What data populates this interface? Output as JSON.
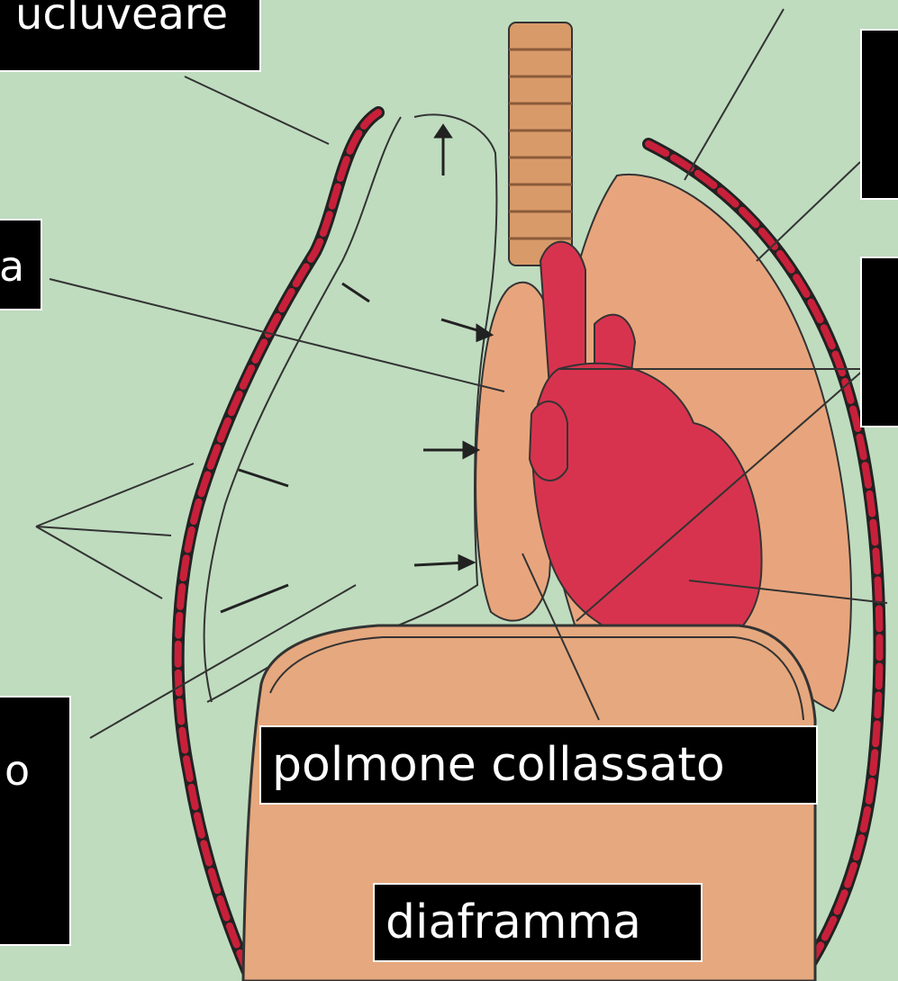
{
  "labels": {
    "top_left": "ucluveare",
    "upper_left": "a",
    "lower_left": "o",
    "collapsed_lung": "polmone collassato",
    "diaphragm": "diaframma",
    "upper_right": "",
    "mid_right": ""
  },
  "colors": {
    "background": "#bfdcbf",
    "lung": "#e8a57d",
    "heart": "#d8334e",
    "diaphragm": "#e6a87e",
    "trachea": "#d99a6a",
    "wall_red": "#c8203a",
    "label_bg": "#000000",
    "label_text": "#ffffff"
  }
}
